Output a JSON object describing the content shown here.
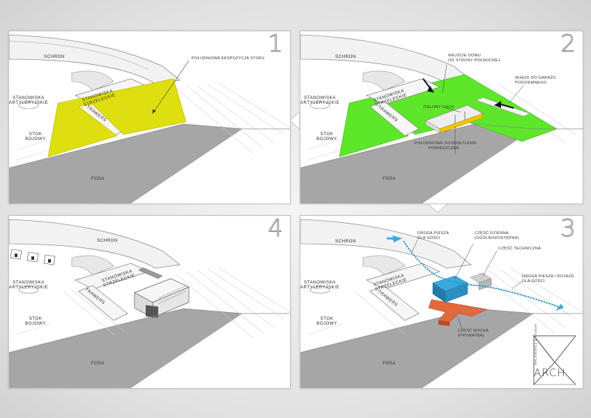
{
  "panels": [
    {
      "number": "1",
      "labels": {
        "schron": "SCHRON",
        "stanowiska_art_1": "STANOWISKA",
        "stanowiska_art_2": "ARTYLERYJSKIE",
        "stanowiska_strz_1": "STANOWISKA",
        "stanowiska_strz_2": "STRZELECKIE",
        "trawers": "TRAWERS",
        "stok_1": "STOK",
        "stok_2": "BOJOWY",
        "fosa": "FOSA"
      },
      "notes": {
        "south": "POŁUDNIOWA EKSPOZYCJA STOKU"
      }
    },
    {
      "number": "2",
      "labels": {
        "schron": "SCHRON",
        "stanowiska_art_1": "STANOWISKA",
        "stanowiska_art_2": "ARTYLERYJSKIE",
        "stanowiska_strz_1": "STANOWISKA",
        "stanowiska_strz_2": "STRZELECKIE",
        "trawers": "TRAWERS",
        "stok_1": "STOK",
        "stok_2": "BOJOWY",
        "fosa": "FOSA"
      },
      "notes": {
        "entry_1": "WEJŚCIE DOMU",
        "entry_2": "OD STRONY PÓŁNOCNEJ",
        "garage_1": "WJAZD DO GARAŻU",
        "garage_2": "PODZIEMNEGO",
        "roof": "ZIELONY DACH",
        "light_1": "POŁUDNIOWE DOŚWIETLENIE",
        "light_2": "POMIESZCZEŃ"
      }
    },
    {
      "number": "4",
      "labels": {
        "schron": "SCHRON",
        "stanowiska_art_1": "STANOWISKA",
        "stanowiska_art_2": "ARTYLERYJSKIE",
        "stanowiska_strz_1": "STANOWISKA",
        "stanowiska_strz_2": "STRZELECKIE",
        "trawers": "TRAWERS",
        "stok_1": "STOK",
        "stok_2": "BOJOWY",
        "fosa": "FOSA"
      }
    },
    {
      "number": "3",
      "labels": {
        "schron": "SCHRON",
        "stanowiska_art_1": "STANOWISKA",
        "stanowiska_art_2": "ARTYLERYJSKIE",
        "stanowiska_strz_1": "STANOWISKA",
        "stanowiska_strz_2": "STRZELECKIE",
        "trawers": "TRAWERS",
        "stok_1": "STOK",
        "stok_2": "BOJOWY",
        "fosa": "FOSA"
      },
      "notes": {
        "path_1": "DROGA PIESZA",
        "path_2": "DLA GOŚCI",
        "day_1": "CZĘŚĆ DZIENNA",
        "day_2": "(OGÓLNODOSTĘPNA)",
        "tech": "CZĘŚĆ TECHNICZNA",
        "drive_1": "DROGA PIESZA I DOJAZD",
        "drive_2": "DLA GOŚCI",
        "night_1": "CZĘŚĆ NOCNA",
        "night_2": "(PRYWATNA)"
      }
    }
  ],
  "logo": {
    "text": "ARCH",
    "sub": "WALKIEWICZ & SAJDAK"
  },
  "colors": {
    "yellow": "#dede10",
    "green": "#5ee62a",
    "blue": "#3aa9dd",
    "orange": "#e4683a",
    "gray": "#a6a6a6",
    "accent_yellow": "#f2c500"
  }
}
